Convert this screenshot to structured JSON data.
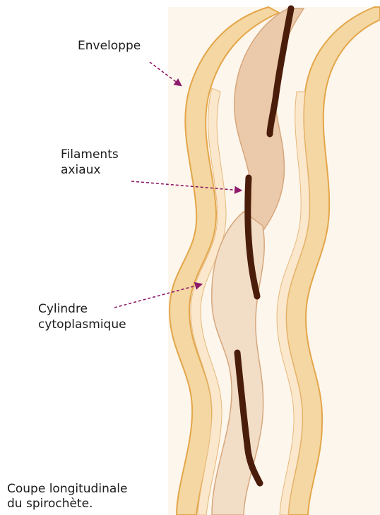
{
  "labels": {
    "envelope": "Enveloppe",
    "filaments_line1": "Filaments",
    "filaments_line2": "axiaux",
    "cylinder_line1": "Cylindre",
    "cylinder_line2": "cytoplasmique"
  },
  "caption": {
    "line1": "Coupe longitudinale",
    "line2": "du spirochète."
  },
  "colors": {
    "envelope_fill": "#f4d7a2",
    "envelope_outline": "#e3a64a",
    "cytoplasm_fill": "#ebc9ab",
    "filament": "#4a1c0a",
    "arrow": "#8d1a6a",
    "body_stripe": "#fbe8cc"
  }
}
